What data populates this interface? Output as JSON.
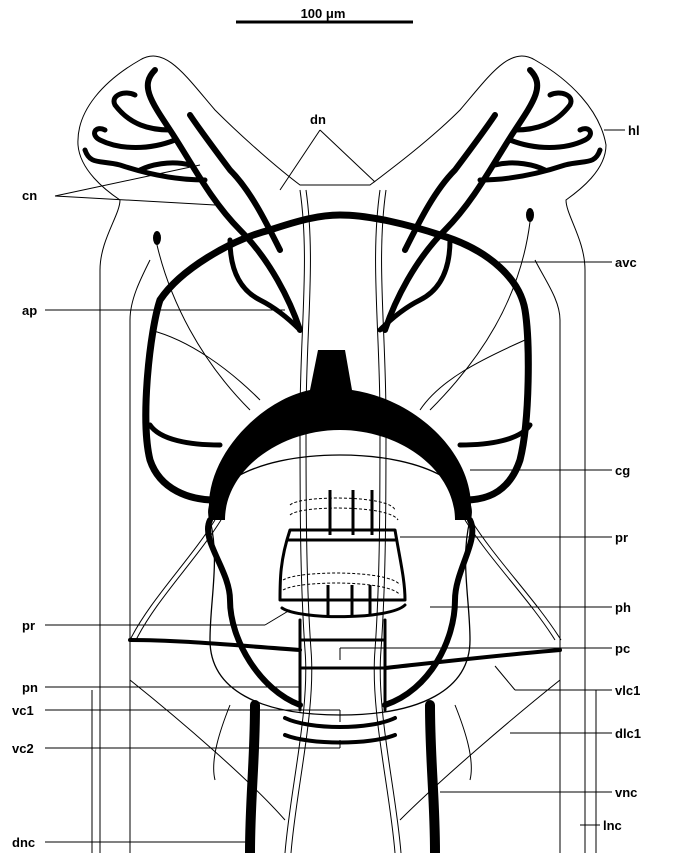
{
  "scale_bar": {
    "label": "100 μm"
  },
  "labels": {
    "dn": "dn",
    "hl": "hl",
    "cn": "cn",
    "avc": "avc",
    "ap": "ap",
    "cg": "cg",
    "pr_right": "pr",
    "ph": "ph",
    "pr_left": "pr",
    "pc": "pc",
    "pn": "pn",
    "vlc1": "vlc1",
    "vc1": "vc1",
    "dlc1": "dlc1",
    "vc2": "vc2",
    "vnc": "vnc",
    "dnc": "dnc",
    "lnc": "lnc"
  }
}
